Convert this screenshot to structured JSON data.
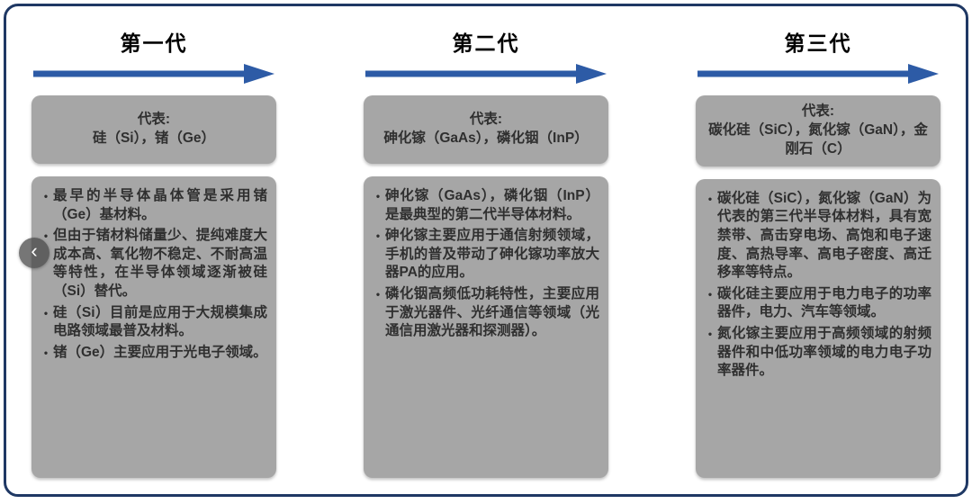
{
  "nav": {
    "back_icon": "‹"
  },
  "colors": {
    "border_navy": "#1f3864",
    "arrow_blue": "#2d5ba6",
    "box_gray": "#a6a6a6",
    "text_dark": "#2f2f2f"
  },
  "columns": [
    {
      "title": "第一代",
      "representative": {
        "label": "代表:",
        "materials": "硅（Si），锗（Ge）"
      },
      "bullets": [
        "最早的半导体晶体管是采用锗（Ge）基材料。",
        "但由于锗材料储量少、提纯难度大成本高、氧化物不稳定、不耐高温等特性，在半导体领域逐渐被硅（Si）替代。",
        "硅（Si）目前是应用于大规模集成电路领域最普及材料。",
        "锗（Ge）主要应用于光电子领域。"
      ]
    },
    {
      "title": "第二代",
      "representative": {
        "label": "代表:",
        "materials": "砷化镓（GaAs），磷化铟（InP）"
      },
      "bullets": [
        "砷化镓（GaAs），磷化铟（InP）是最典型的第二代半导体材料。",
        "砷化镓主要应用于通信射频领域，手机的普及带动了砷化镓功率放大器PA的应用。",
        "磷化铟高频低功耗特性，主要应用于激光器件、光纤通信等领域（光通信用激光器和探测器）。"
      ]
    },
    {
      "title": "第三代",
      "representative": {
        "label": "代表:",
        "materials": "碳化硅（SiC），氮化镓（GaN），金刚石（C）"
      },
      "bullets": [
        "碳化硅（SiC），氮化镓（GaN）为代表的第三代半导体材料，具有宽禁带、高击穿电场、高饱和电子速度、高热导率、高电子密度、高迁移率等特点。",
        "碳化硅主要应用于电力电子的功率器件，电力、汽车等领域。",
        "氮化镓主要应用于高频领域的射频器件和中低功率领域的电力电子功率器件。"
      ]
    }
  ]
}
